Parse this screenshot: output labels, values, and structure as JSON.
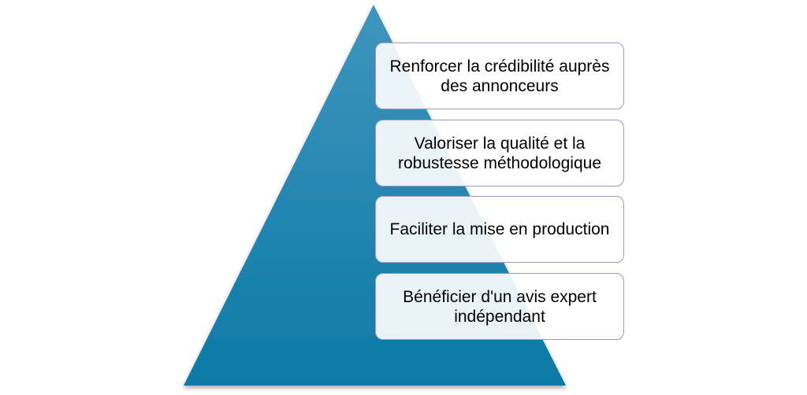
{
  "pyramid": {
    "fill_top": "#3f95bd",
    "fill_bottom": "#0b7aa5",
    "levels": [
      {
        "label": "Renforcer la crédibilité auprès des annonceurs"
      },
      {
        "label": "Valoriser la qualité et la robustesse méthodologique"
      },
      {
        "label": "Faciliter la mise en production"
      },
      {
        "label": "Bénéficier d'un avis expert indépendant"
      }
    ]
  },
  "box_border_color": "#9a98c8"
}
